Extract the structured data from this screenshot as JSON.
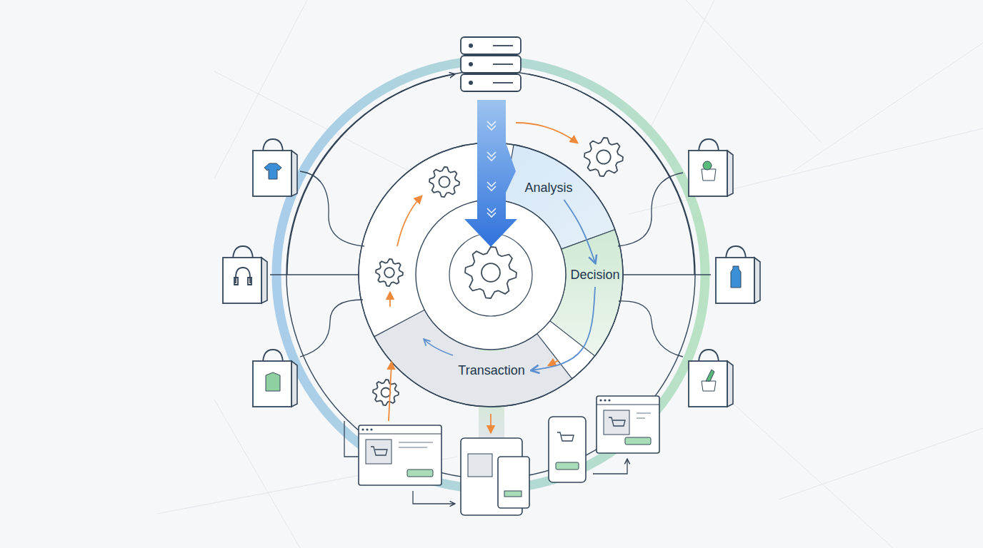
{
  "diagram": {
    "nodes": [
      {
        "text": [
          "Analysis"
        ]
      },
      {
        "text": [
          "Decision"
        ]
      },
      {
        "text": [
          "Transaction"
        ]
      }
    ],
    "edges": [
      {
        "from": 0,
        "to": 1,
        "arrow": "to"
      },
      {
        "from": 1,
        "to": 2,
        "arrow": "to"
      }
    ]
  }
}
